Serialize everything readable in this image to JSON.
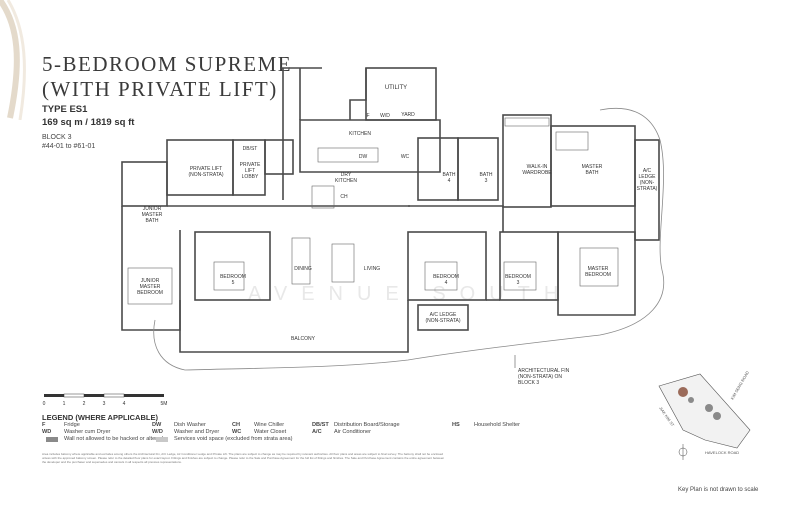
{
  "header": {
    "title_line1": "5-BEDROOM SUPREME",
    "title_line2": "(WITH PRIVATE LIFT)",
    "type": "TYPE ES1",
    "area": "169 sq m / 1819 sq ft",
    "block": "BLOCK 3",
    "units": "#44-01 to #61-01"
  },
  "rooms": {
    "utility": "UTILITY",
    "yard": "YARD",
    "kitchen": "KITCHEN",
    "dry_kitchen_1": "DRY",
    "dry_kitchen_2": "KITCHEN",
    "private_lift_1": "PRIVATE LIFT",
    "private_lift_2": "(NON-STRATA)",
    "lift_lobby_1": "PRIVATE",
    "lift_lobby_2": "LIFT",
    "lift_lobby_3": "LOBBY",
    "dbst": "DB/ST",
    "junior_master_bath_1": "JUNIOR",
    "junior_master_bath_2": "MASTER",
    "junior_master_bath_3": "BATH",
    "junior_master_bedroom_1": "JUNIOR",
    "junior_master_bedroom_2": "MASTER",
    "junior_master_bedroom_3": "BEDROOM",
    "bedroom5_1": "BEDROOM",
    "bedroom5_2": "5",
    "dining": "DINING",
    "living": "LIVING",
    "balcony": "BALCONY",
    "bedroom4_1": "BEDROOM",
    "bedroom4_2": "4",
    "bedroom3_1": "BEDROOM",
    "bedroom3_2": "3",
    "bath4_1": "BATH",
    "bath4_2": "4",
    "bath3_1": "BATH",
    "bath3_2": "3",
    "walkin_1": "WALK-IN",
    "walkin_2": "WARDROBE",
    "master_bath_1": "MASTER",
    "master_bath_2": "BATH",
    "master_bedroom_1": "MASTER",
    "master_bedroom_2": "BEDROOM",
    "ac_ledge_right_1": "A/C",
    "ac_ledge_right_2": "LEDGE",
    "ac_ledge_right_3": "(NON-",
    "ac_ledge_right_4": "STRATA)",
    "ac_ledge_bottom_1": "A/C LEDGE",
    "ac_ledge_bottom_2": "(NON-STRATA)",
    "fin_1": "ARCHITECTURAL FIN",
    "fin_2": "(NON-STRATA) ON",
    "fin_3": "BLOCK 3",
    "fixture_f": "F",
    "fixture_wd": "W/D",
    "fixture_dw": "DW",
    "fixture_wc": "WC",
    "fixture_ch": "CH",
    "watermark": "AVENUE SOUTH"
  },
  "scale": {
    "labels": [
      "0",
      "1",
      "2",
      "3",
      "4",
      "5M"
    ]
  },
  "legend": {
    "title": "LEGEND (WHERE APPLICABLE)",
    "rows": [
      [
        {
          "key": "F",
          "text": "Fridge"
        },
        {
          "key": "DW",
          "text": "Dish Washer"
        },
        {
          "key": "CH",
          "text": "Wine Chiller"
        },
        {
          "key": "DB/ST",
          "text": "Distribution Board/Storage"
        },
        {
          "key": "HS",
          "text": "Household Shelter"
        }
      ],
      [
        {
          "key": "WD",
          "text": "Washer cum Dryer"
        },
        {
          "key": "W/D",
          "text": "Washer and Dryer"
        },
        {
          "key": "WC",
          "text": "Water Closet"
        },
        {
          "key": "A/C",
          "text": "Air Conditioner"
        }
      ]
    ],
    "swatch1_text": "Wall not allowed to be hacked or altered",
    "swatch2_text": "Services void space (excluded from strata area)",
    "swatch1_color": "#8a8a8a",
    "swatch2_color": "#c8c8c8"
  },
  "disclaimer": "Area includes balcony where applicable and excludes among others the Architectural Fin, A/C Ledge, Air Conditioner Ledge and Private Lift. The plans are subject to change as may be required by relevant authorities. All floor plans and areas are subject to final survey. The balcony shall not be enclosed unless with the approved balcony screen. Please refer to the detailed floor plans for exact layout. Fittings and finishes are subject to change. Please refer to the Sale and Purchase Agreement for the full list of fittings and finishes. The Sale and Purchase Agreement contains the entire agreement between the developer and the purchaser and supersedes and cancels in all respects all previous representations.",
  "keyplan": {
    "note": "Key Plan is not drawn to scale",
    "road1": "HAVELOCK ROAD",
    "road2": "KIM SENG ROAD",
    "road3": "JIAK KIM ST"
  },
  "colors": {
    "wall": "#4a4a4a",
    "fill_grey": "#d9d9d9",
    "accent_swirl": "#d9cbb5"
  }
}
